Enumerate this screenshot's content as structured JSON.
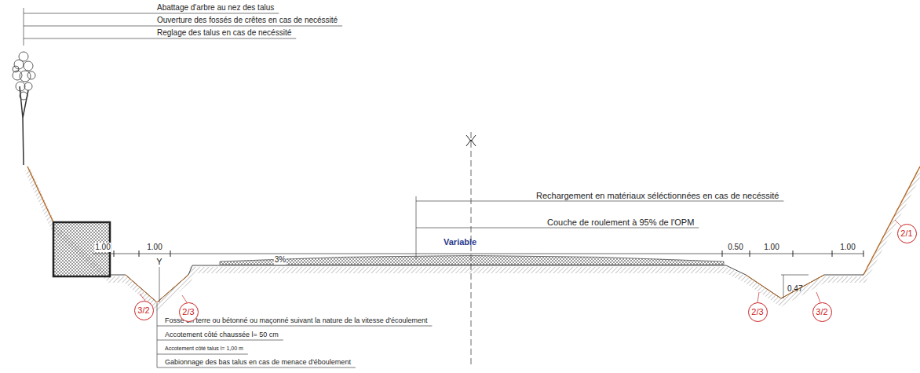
{
  "diagram": {
    "nodes": [
      {
        "text": [
          "2/1"
        ]
      },
      {
        "text": [
          "3/2"
        ]
      },
      {
        "text": [
          "2/3"
        ]
      },
      {
        "text": [
          "2/3"
        ]
      },
      {
        "text": [
          "3/2"
        ]
      }
    ],
    "edges": [],
    "labels": [
      "Abattage d'arbre au nez des talus",
      "Ouverture des fossés de crêtes en cas de necéssité",
      "Reglage des talus en cas de necéssité",
      "Rechargement en matériaux séléctionnées en cas de necéssité",
      "Couche de roulement à 95% de l'OPM",
      "Variable",
      "1.00",
      "1.00",
      "3%",
      "0.50",
      "1.00",
      "1.00",
      "0.47",
      "Y",
      "Fossé en terre ou bétonné ou maçonné suivant la nature de la vitesse d'écoulement",
      "Accotement côté chaussée l= 50 cm",
      "Accotement côté talus l= 1,00 m",
      "Gabionnage des bas talus en cas de menace d'éboulement"
    ]
  }
}
